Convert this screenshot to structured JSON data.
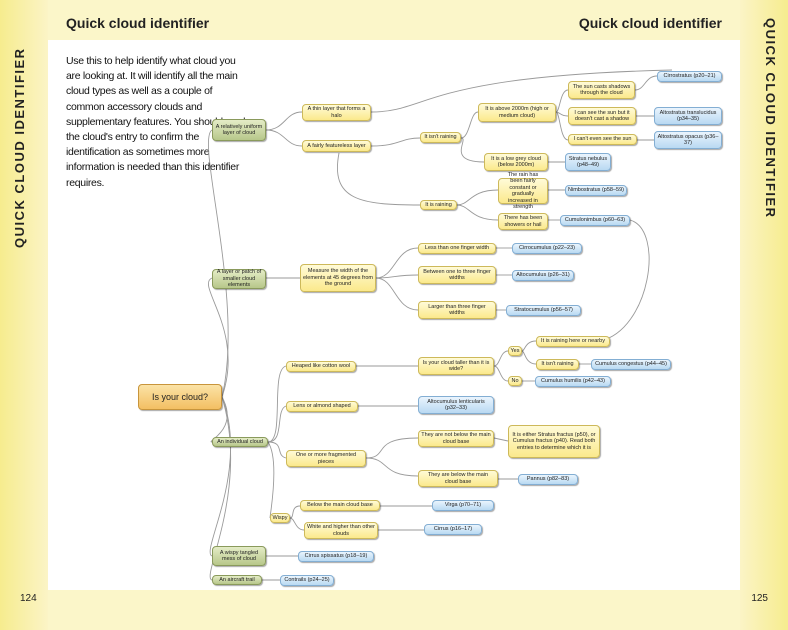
{
  "book": {
    "edge_title": "QUICK CLOUD IDENTIFIER",
    "header_left": "Quick cloud identifier",
    "header_right": "Quick cloud identifier",
    "page_left": "124",
    "page_right": "125"
  },
  "intro": "Use this to help identify what cloud you are looking at. It will identify all the main cloud types as well as a couple of common accessory clouds and supplementary features. You should read the cloud's entry to confirm the identification as sometimes more information is needed than this identifier requires.",
  "nodes": {
    "root": "Is your cloud?",
    "uniform_layer": "A relatively uniform layer of cloud",
    "layer_patch": "A layer or patch of smaller cloud elements",
    "individual": "An individual cloud",
    "wispy_tangled": "A wispy tangled mess of cloud",
    "aircraft_trail": "An aircraft trail",
    "thin_layer": "A thin layer that forms a halo",
    "featureless": "A fairly featureless layer",
    "above_2000": "It is above 2000m (high or medium cloud)",
    "isnt_raining": "It isn't raining",
    "low_grey": "It is a low grey cloud (below 2000m)",
    "is_raining": "It is raining",
    "rain_fairly": "The rain has been fairly constant or gradually increased in strength",
    "showers": "There has been showers or hail",
    "sun_casts": "The sun casts shadows through the cloud",
    "sun_no_shadow": "I can see the sun but it doesn't cast a shadow",
    "cant_see_sun": "I can't even see the sun",
    "cirrostratus": "Cirrostratus (p20–21)",
    "altostratus_tr": "Altostratus translucidus (p34–35)",
    "altostratus_op": "Altostratus opacus (p36–37)",
    "stratus_neb": "Stratus nebulus (p48–49)",
    "nimbostratus": "Nimbostratus (p58–59)",
    "cumulonimbus": "Cumulonimbus (p60–63)",
    "measure": "Measure the width of the elements at 45 degrees from the ground",
    "less_one": "Less than one finger width",
    "between": "Between one to three finger widths",
    "larger": "Larger than three finger widths",
    "cirrocumulus": "Cirrocumulus (p22–23)",
    "altocumulus": "Altocumulus (p26–31)",
    "stratocumulus": "Stratocumulus (p56–57)",
    "heaped": "Heaped like cotton wool",
    "taller": "Is your cloud taller than it is wide?",
    "yes": "Yes",
    "no": "No",
    "raining_near": "It is raining here or nearby",
    "isnt_raining2": "It isn't raining",
    "cumulus_cong": "Cumulus congestus (p44–45)",
    "cumulus_hum": "Cumulus humilis (p42–43)",
    "lens": "Lens or almond shaped",
    "alto_lent": "Altocumulus lenticularis (p32–33)",
    "ragged": "One or more fragmented pieces",
    "not_below": "They are not below the main cloud base",
    "either_stratus": "It is either Stratus fractus (p50), or Cumulus fractus (p40). Read both entries to determine which it is",
    "below_base": "They are below the main cloud base",
    "pannus": "Pannus (p82–83)",
    "wispy": "Wispy",
    "below_main": "Below the main cloud base",
    "virga": "Virga (p70–71)",
    "white_higher": "White and higher than other clouds",
    "cirrus": "Cirrus (p16–17)",
    "cirrus_spiss": "Cirrus spissatus (p18–19)",
    "contrails": "Contrails (p24–25)"
  }
}
